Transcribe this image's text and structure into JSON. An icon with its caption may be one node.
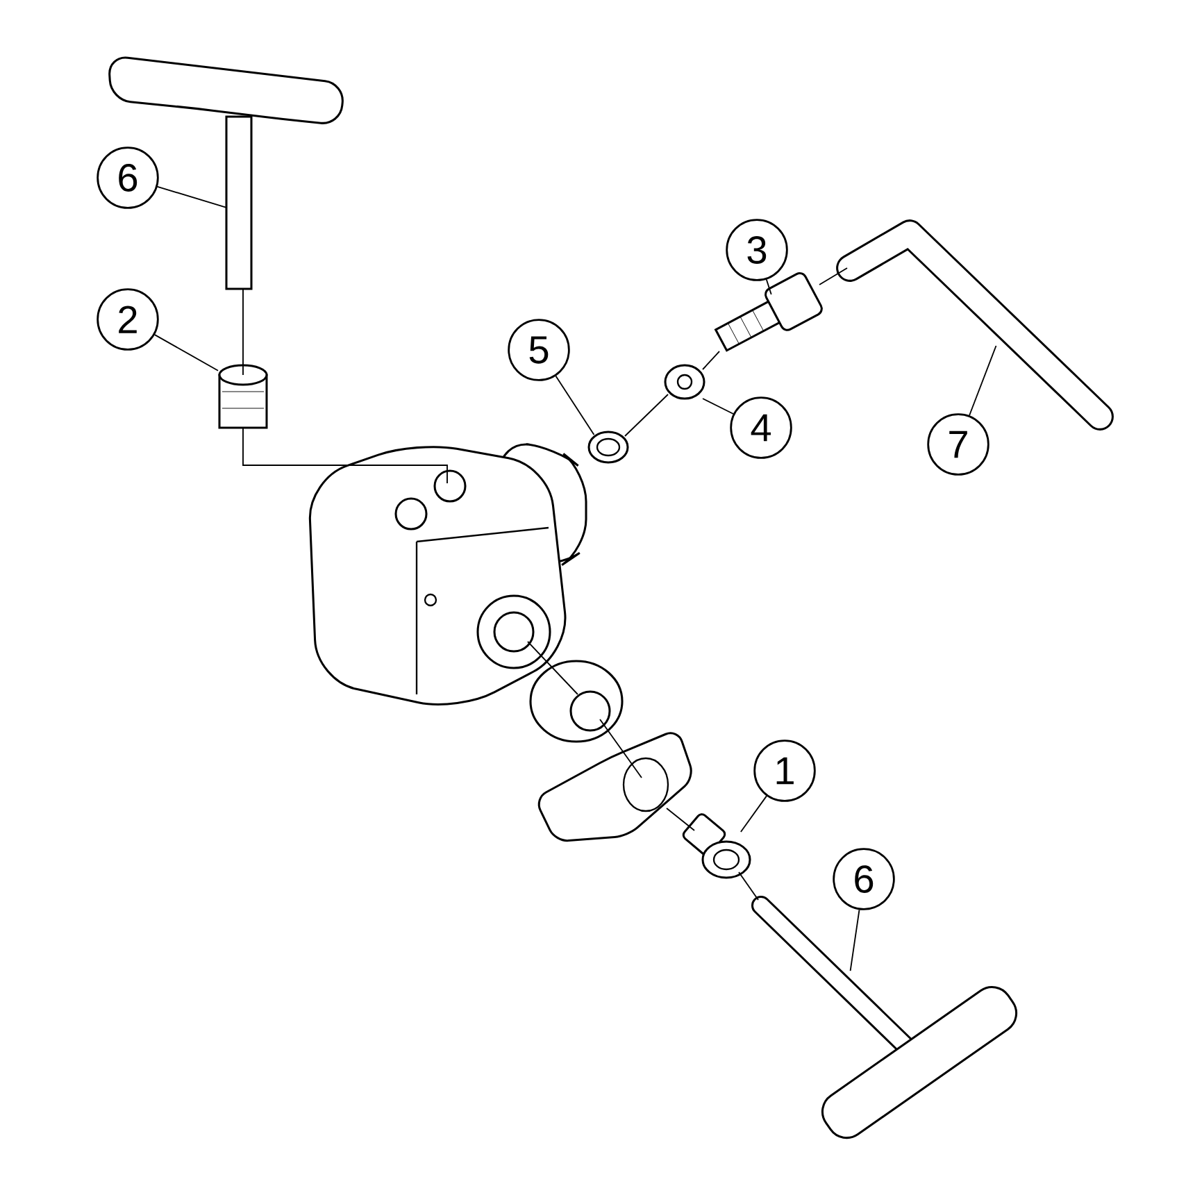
{
  "diagram": {
    "nodes": [
      {
        "text": [
          "6"
        ]
      },
      {
        "text": [
          "2"
        ]
      },
      {
        "text": [
          "5"
        ]
      },
      {
        "text": [
          "3"
        ]
      },
      {
        "text": [
          "4"
        ]
      },
      {
        "text": [
          "7"
        ]
      },
      {
        "text": [
          "1"
        ]
      },
      {
        "text": [
          "6"
        ]
      },
      {
        "text": [],
        "shape": "picture"
      },
      {
        "text": [],
        "shape": "picture"
      },
      {
        "text": [],
        "shape": "picture"
      },
      {
        "text": [],
        "shape": "picture"
      },
      {
        "text": [],
        "shape": "picture"
      },
      {
        "text": [],
        "shape": "picture"
      },
      {
        "text": [],
        "shape": "picture"
      },
      {
        "text": [],
        "shape": "picture"
      },
      {
        "text": [],
        "shape": "picture"
      },
      {
        "text": [],
        "shape": "picture"
      },
      {
        "text": [],
        "shape": "picture"
      }
    ],
    "edges": [
      {
        "from": 0,
        "to": 8,
        "arrow": "none"
      },
      {
        "from": 1,
        "to": 9,
        "arrow": "none"
      },
      {
        "from": 2,
        "to": 10,
        "arrow": "none"
      },
      {
        "from": 3,
        "to": 11,
        "arrow": "none"
      },
      {
        "from": 4,
        "to": 12,
        "arrow": "none"
      },
      {
        "from": 5,
        "to": 13,
        "arrow": "none"
      },
      {
        "from": 6,
        "to": 14,
        "arrow": "none"
      },
      {
        "from": 7,
        "to": 15,
        "arrow": "none"
      },
      {
        "from": 8,
        "to": 9,
        "arrow": "none"
      },
      {
        "from": 9,
        "to": 16,
        "arrow": "none"
      },
      {
        "from": 10,
        "to": 12,
        "arrow": "none"
      },
      {
        "from": 12,
        "to": 11,
        "arrow": "none"
      },
      {
        "from": 11,
        "to": 13,
        "arrow": "none"
      },
      {
        "from": 16,
        "to": 17,
        "arrow": "none"
      },
      {
        "from": 17,
        "to": 18,
        "arrow": "none"
      },
      {
        "from": 18,
        "to": 14,
        "arrow": "none"
      },
      {
        "from": 14,
        "to": 15,
        "arrow": "none"
      }
    ]
  }
}
